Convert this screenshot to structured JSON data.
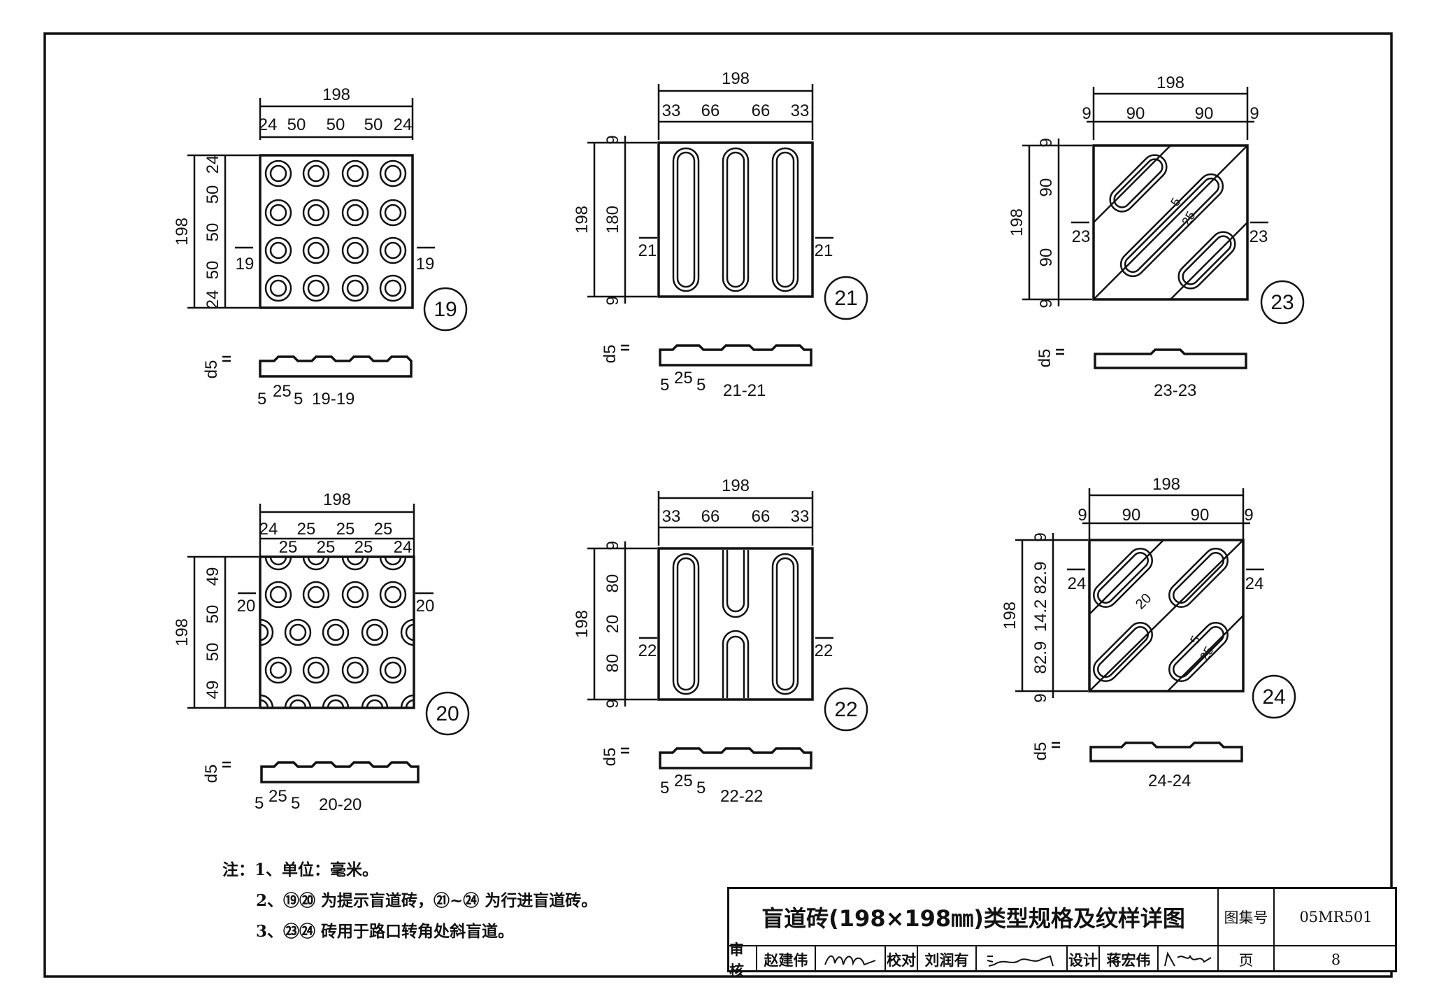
{
  "tiles": [
    {
      "id": "19",
      "marker": "19",
      "section": "19-19",
      "overall": "198",
      "top_dims": [
        "24",
        "50",
        "50",
        "50",
        "24"
      ],
      "left_dims": [
        "24",
        "50",
        "50",
        "50",
        "24"
      ],
      "section_dims": [
        "5",
        "25",
        "5"
      ],
      "depth": "d5"
    },
    {
      "id": "20",
      "marker": "20",
      "section": "20-20",
      "overall": "198",
      "top_dims": [
        "24",
        "25",
        "25",
        "25",
        "25",
        "25",
        "25",
        "24"
      ],
      "left_dims": [
        "49",
        "50",
        "50",
        "49"
      ],
      "section_dims": [
        "5",
        "25",
        "5"
      ],
      "depth": "d5"
    },
    {
      "id": "21",
      "marker": "21",
      "section": "21-21",
      "overall": "198",
      "top_dims": [
        "33",
        "66",
        "66",
        "33"
      ],
      "left_dims": [
        "9",
        "180",
        "9"
      ],
      "section_dims": [
        "5",
        "25",
        "5"
      ],
      "depth": "d5"
    },
    {
      "id": "22",
      "marker": "22",
      "section": "22-22",
      "overall": "198",
      "top_dims": [
        "33",
        "66",
        "66",
        "33"
      ],
      "left_dims": [
        "9",
        "80",
        "20",
        "80",
        "9"
      ],
      "section_dims": [
        "5",
        "25",
        "5"
      ],
      "depth": "d5"
    },
    {
      "id": "23",
      "marker": "23",
      "section": "23-23",
      "overall": "198",
      "top_dims": [
        "9",
        "90",
        "90",
        "9"
      ],
      "left_dims": [
        "9",
        "90",
        "90",
        "9"
      ],
      "inner_dims": [
        "5",
        "25"
      ],
      "depth": "d5"
    },
    {
      "id": "24",
      "marker": "24",
      "section": "24-24",
      "overall": "198",
      "top_dims": [
        "9",
        "90",
        "90",
        "9"
      ],
      "left_dims": [
        "9",
        "82.9",
        "14.2",
        "82.9",
        "9"
      ],
      "inner_dims": [
        "20",
        "5",
        "25"
      ],
      "depth": "d5"
    }
  ],
  "notes": {
    "line1": "注：1、单位：毫米。",
    "line2": "2、⑲⑳ 为提示盲道砖，㉑~㉔ 为行进盲道砖。",
    "line3": "3、㉓㉔ 砖用于路口转角处斜盲道。"
  },
  "title_block": {
    "title": "盲道砖(198×198㎜)类型规格及纹样详图",
    "atlas_label": "图集号",
    "atlas_no": "05MR501",
    "page_label": "页",
    "page_no": "8",
    "review_label": "审核",
    "reviewer": "赵建伟",
    "check_label": "校对",
    "checker": "刘润有",
    "design_label": "设计",
    "designer": "蒋宏伟"
  }
}
